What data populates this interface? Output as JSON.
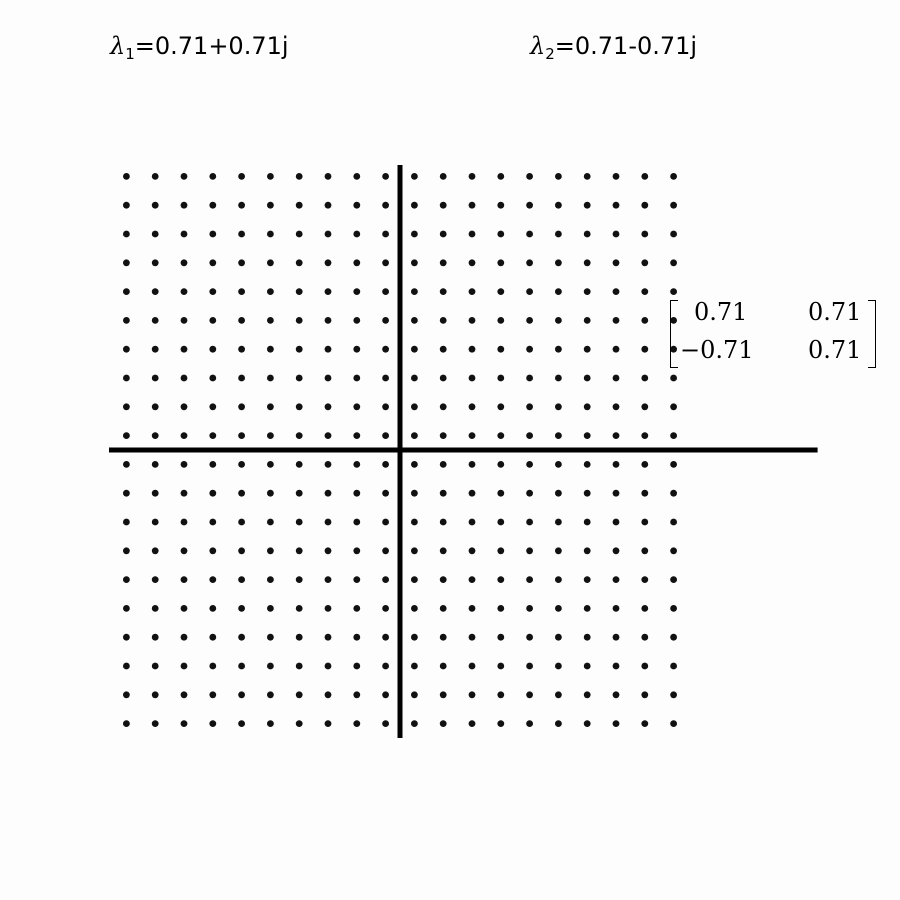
{
  "eigenvalues": [
    {
      "symbol": "λ",
      "index": "1",
      "value": "=0.71+0.71j"
    },
    {
      "symbol": "λ",
      "index": "2",
      "value": "=0.71-0.71j"
    }
  ],
  "matrix": {
    "cells": [
      [
        "0.71",
        "0.71"
      ],
      [
        "−0.71",
        "0.71"
      ]
    ]
  },
  "grid": {
    "x_range": [
      -10,
      10
    ],
    "y_range": [
      -10,
      10
    ],
    "dot_columns": [
      -9.5,
      9.5
    ],
    "dot_rows": [
      -9.5,
      9.5
    ],
    "dot_step": 1,
    "axis_x_extent": [
      -10,
      14.5
    ],
    "axis_y_extent": [
      -10,
      10
    ],
    "colors": {
      "dots": "#111111",
      "axes": "#000000",
      "background": "#fdfdfd"
    }
  }
}
